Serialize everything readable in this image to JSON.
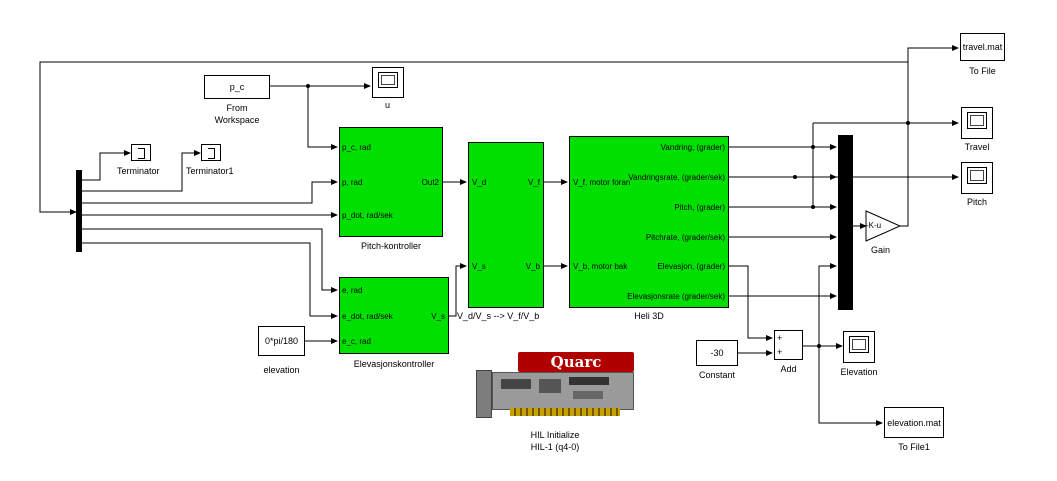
{
  "blocks": {
    "from_workspace": {
      "value": "p_c",
      "name_line1": "From",
      "name_line2": "Workspace"
    },
    "scope_u": {
      "name": "u"
    },
    "terminator": {
      "name": "Terminator"
    },
    "terminator1": {
      "name": "Terminator1"
    },
    "pitch_kontroller": {
      "name": "Pitch-kontroller",
      "inputs": [
        "p_c, rad",
        "p, rad",
        "p_dot, rad/sek"
      ],
      "output": "Out2"
    },
    "elevasjons_kontroller": {
      "name": "Elevasjonskontroller",
      "inputs": [
        "e, rad",
        "e_dot, rad/sek",
        "e_c, rad"
      ],
      "output": "V_s"
    },
    "vd_vs": {
      "name": "V_d/V_s --> V_f/V_b",
      "inputs": [
        "V_d",
        "V_s"
      ],
      "outputs": [
        "V_f",
        "V_b"
      ]
    },
    "heli3d": {
      "name": "Heli 3D",
      "inputs": [
        "V_f, motor foran",
        "V_b, motor bak"
      ],
      "outputs": [
        "Vandring, (grader)",
        "Vandringsrate, (grader/sek)",
        "Pitch, (grader)",
        "Pitchrate, (grader/sek)",
        "Elevasjon, (grader)",
        "Elevasjonsrate (grader/sek)"
      ]
    },
    "elevation_const": {
      "value": "0*pi/180",
      "name": "elevation"
    },
    "constant": {
      "value": "-30",
      "name": "Constant"
    },
    "add": {
      "name": "Add",
      "signs": [
        "+",
        "+"
      ]
    },
    "scope_elevation": {
      "name": "Elevation"
    },
    "scope_travel": {
      "name": "Travel"
    },
    "scope_pitch": {
      "name": "Pitch"
    },
    "gain": {
      "value": "-K-u",
      "name": "Gain"
    },
    "to_file_travel": {
      "value": "travel.mat",
      "name": "To File"
    },
    "to_file_elevation": {
      "value": "elevation.mat",
      "name": "To File1"
    },
    "hil": {
      "logo": "Quarc",
      "line1": "HIL Initialize",
      "line2": "HIL-1 (q4-0)"
    }
  }
}
